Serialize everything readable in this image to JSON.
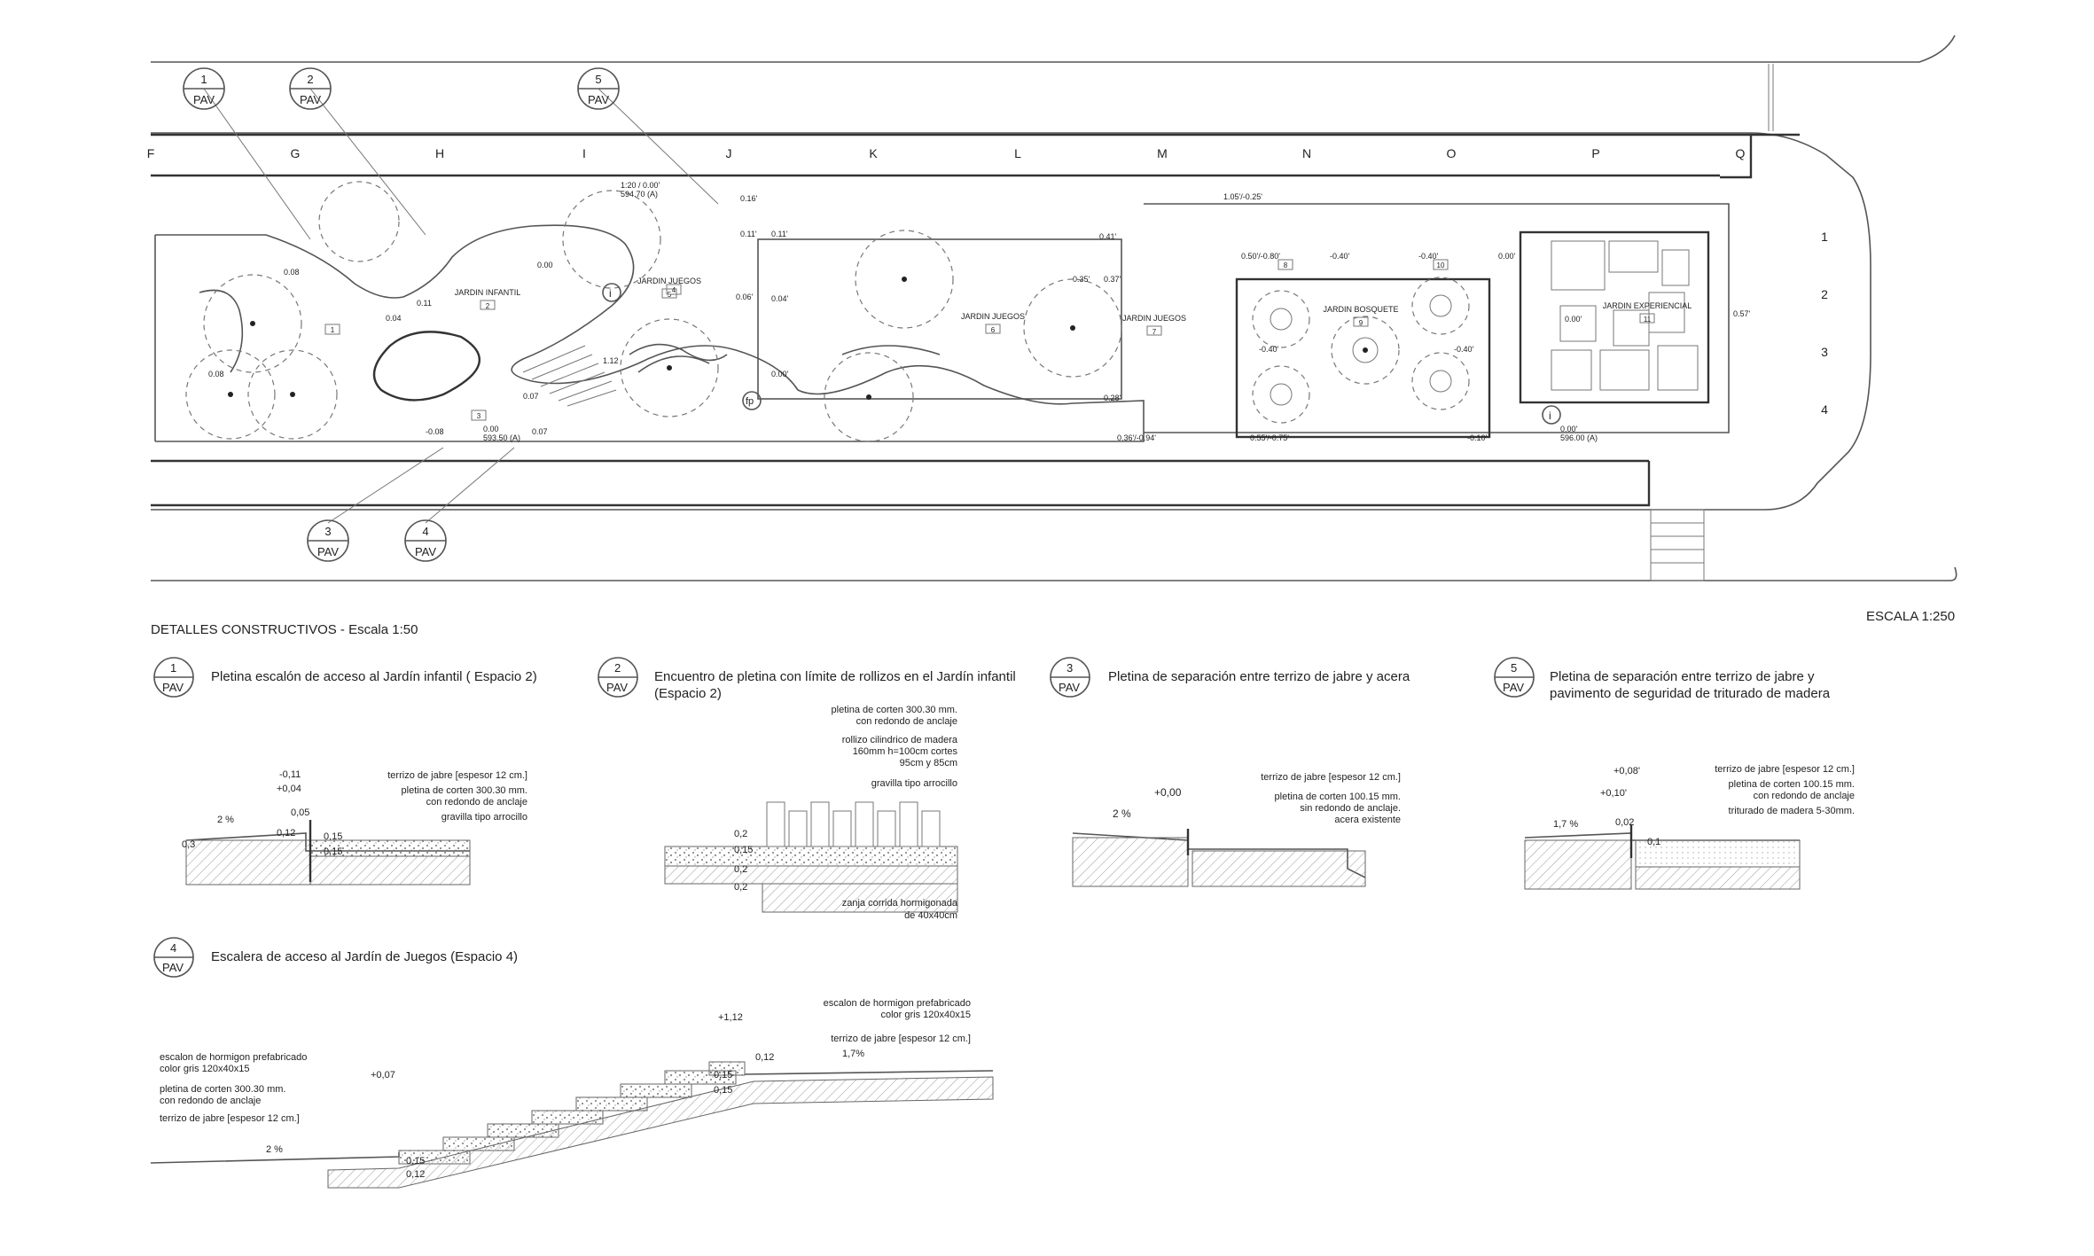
{
  "plan": {
    "scale": "ESCALA 1:250",
    "callouts": [
      {
        "num": "1",
        "code": "PAV"
      },
      {
        "num": "2",
        "code": "PAV"
      },
      {
        "num": "5",
        "code": "PAV"
      },
      {
        "num": "3",
        "code": "PAV"
      },
      {
        "num": "4",
        "code": "PAV"
      }
    ],
    "grid_letters": [
      "F",
      "G",
      "H",
      "I",
      "J",
      "K",
      "L",
      "M",
      "N",
      "O",
      "P",
      "Q"
    ],
    "grid_numbers": [
      "1",
      "2",
      "3",
      "4"
    ],
    "spaces": [
      {
        "name": "JARDIN INFANTIL",
        "num": "2"
      },
      {
        "name": "JARDIN JUEGOS",
        "num": "5"
      },
      {
        "name": "JARDIN JUEGOS",
        "num": "6"
      },
      {
        "name": "JARDIN JUEGOS",
        "num": "7"
      },
      {
        "name": "JARDIN BOSQUETE",
        "num": "9"
      },
      {
        "name": "JARDIN EXPERIENCIAL",
        "num": "11"
      }
    ],
    "small_tags": [
      "1",
      "3",
      "4",
      "8",
      "10"
    ],
    "levels": [
      "1:20 / 0.00'",
      "594.70 (A)",
      "0.16'",
      "0.11'",
      "0.11'",
      "0.41'",
      "0.04'",
      "0.06'",
      "0.00'",
      "0.35'",
      "0.37'",
      "0.28'",
      "0.36'/-0.94'",
      "1.05'/-0.25'",
      "0.50'/-0.80'",
      "-0.40'",
      "-0.40'",
      "0.00'",
      "-0.40'",
      "-0.40'",
      "0.55'/-0.75'",
      "-0.10'",
      "0.00'",
      "596.00 (A)",
      "0.00'",
      "0.57'",
      "0.08",
      "0.11",
      "0.04",
      "0.00",
      "1.12",
      "0.07",
      "0.00",
      "593.50 (A)",
      "-0.08",
      "0.07",
      "0.08"
    ],
    "info_marks": [
      "i",
      "fp",
      "i"
    ]
  },
  "details": {
    "heading": "DETALLES CONSTRUCTIVOS - Escala 1:50",
    "d1": {
      "num": "1",
      "code": "PAV",
      "title": "Pletina escalón de acceso al Jardín infantil ( Espacio 2)",
      "notes": [
        "terrizo de jabre [espesor 12 cm.]",
        "pletina de corten 300.30 mm.",
        "con redondo de anclaje",
        "gravilla tipo arrocillo"
      ],
      "dims": [
        "-0,11",
        "+0,04",
        "0,05",
        "0,12",
        "0,15",
        "0,15",
        "0,3",
        "2 %"
      ]
    },
    "d2": {
      "num": "2",
      "code": "PAV",
      "title_line1": "Encuentro de pletina con límite de rollizos en el Jardín infantil",
      "title_line2": "(Espacio 2)",
      "notes": [
        "pletina de corten 300.30 mm.",
        "con redondo de anclaje",
        "rollizo cilindrico de madera",
        "160mm  h=100cm cortes",
        "95cm y 85cm",
        "gravilla tipo arrocillo",
        "zanja corrida hormigonada",
        "de 40x40cm"
      ],
      "dims": [
        "0,2",
        "0,15",
        "0,2",
        "0,2"
      ]
    },
    "d3": {
      "num": "3",
      "code": "PAV",
      "title": "Pletina de separación entre terrizo de jabre y acera",
      "notes": [
        "terrizo de jabre [espesor 12 cm.]",
        "pletina de corten 100.15 mm.",
        "sin redondo de anclaje.",
        "acera existente"
      ],
      "dims": [
        "+0,00",
        "2 %"
      ]
    },
    "d5": {
      "num": "5",
      "code": "PAV",
      "title_line1": "Pletina de separación entre terrizo de jabre y",
      "title_line2": "pavimento de seguridad de triturado de madera",
      "notes": [
        "terrizo de jabre [espesor 12 cm.]",
        "pletina de corten 100.15 mm.",
        "con redondo de anclaje",
        "triturado de madera  5-30mm."
      ],
      "dims": [
        "+0,08'",
        "+0,10'",
        "0,02",
        "0,1",
        "1,7 %"
      ]
    },
    "d4": {
      "num": "4",
      "code": "PAV",
      "title": "Escalera de acceso al Jardín de Juegos (Espacio 4)",
      "notes_left": [
        "escalon de hormigon prefabricado",
        "color gris  120x40x15",
        "pletina de corten 300.30 mm.",
        "con redondo de anclaje",
        "terrizo de jabre [espesor 12 cm.]"
      ],
      "notes_right": [
        "escalon de hormigon prefabricado",
        "color gris  120x40x15",
        "terrizo de jabre [espesor 12 cm.]"
      ],
      "dims": [
        "+1,12",
        "0,12",
        "0,15",
        "0,15",
        "+0,07",
        "0,15",
        "0,12",
        "2 %",
        "1,7%"
      ]
    }
  }
}
